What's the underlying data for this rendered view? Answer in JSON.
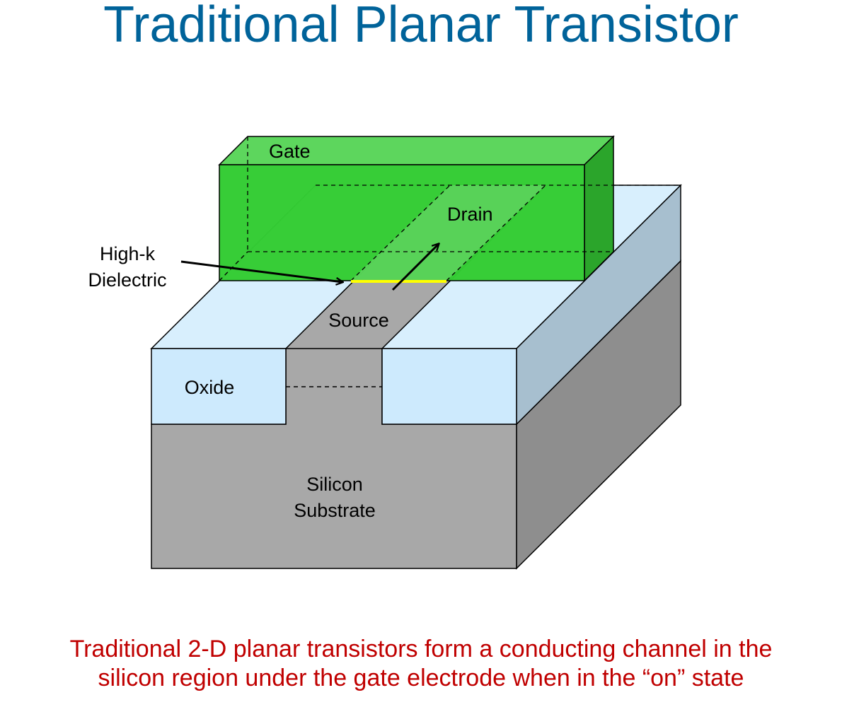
{
  "title": "Traditional Planar Transistor",
  "caption": {
    "line1": "Traditional 2-D planar transistors form a conducting channel in the",
    "line2": "silicon region under the gate electrode when in the “on” state"
  },
  "labels": {
    "gate": "Gate",
    "drain": "Drain",
    "high_k_line1": "High-k",
    "high_k_line2": "Dielectric",
    "source": "Source",
    "oxide": "Oxide",
    "silicon_line1": "Silicon",
    "silicon_line2": "Substrate"
  },
  "colors": {
    "title": "#00639a",
    "caption": "#c00000",
    "gate_front": "#33cc33",
    "gate_top": "#5dd65d",
    "gate_side": "#2ba52b",
    "oxide_front": "#cdeafd",
    "oxide_top": "#d8effd",
    "block_side": "#a7bfcf",
    "silicon_front": "#a8a8a8",
    "silicon_side": "#8e8e8e",
    "channel": "#ffff00"
  }
}
